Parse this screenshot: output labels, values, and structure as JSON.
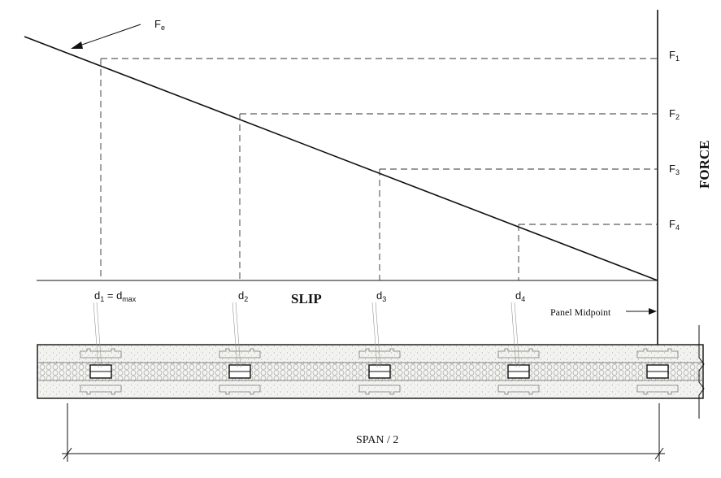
{
  "labels": {
    "fe": "F",
    "fe_sub": "e",
    "force_axis": "FORCE",
    "slip_axis": "SLIP",
    "panel_midpoint": "Panel Midpoint",
    "span": "SPAN / 2"
  },
  "force_levels": [
    {
      "label": "F",
      "sub": "1"
    },
    {
      "label": "F",
      "sub": "2"
    },
    {
      "label": "F",
      "sub": "3"
    },
    {
      "label": "F",
      "sub": "4"
    }
  ],
  "slip_points": [
    {
      "label": "d",
      "sub": "1",
      "suffix": " = d",
      "suffix_sub": "max"
    },
    {
      "label": "d",
      "sub": "2",
      "suffix": "",
      "suffix_sub": ""
    },
    {
      "label": "d",
      "sub": "3",
      "suffix": "",
      "suffix_sub": ""
    },
    {
      "label": "d",
      "sub": "4",
      "suffix": "",
      "suffix_sub": ""
    }
  ],
  "colors": {
    "line": "#111111",
    "dash": "#333333",
    "panel_fill": "#ecece6",
    "core_fill": "#f2f2ee"
  }
}
